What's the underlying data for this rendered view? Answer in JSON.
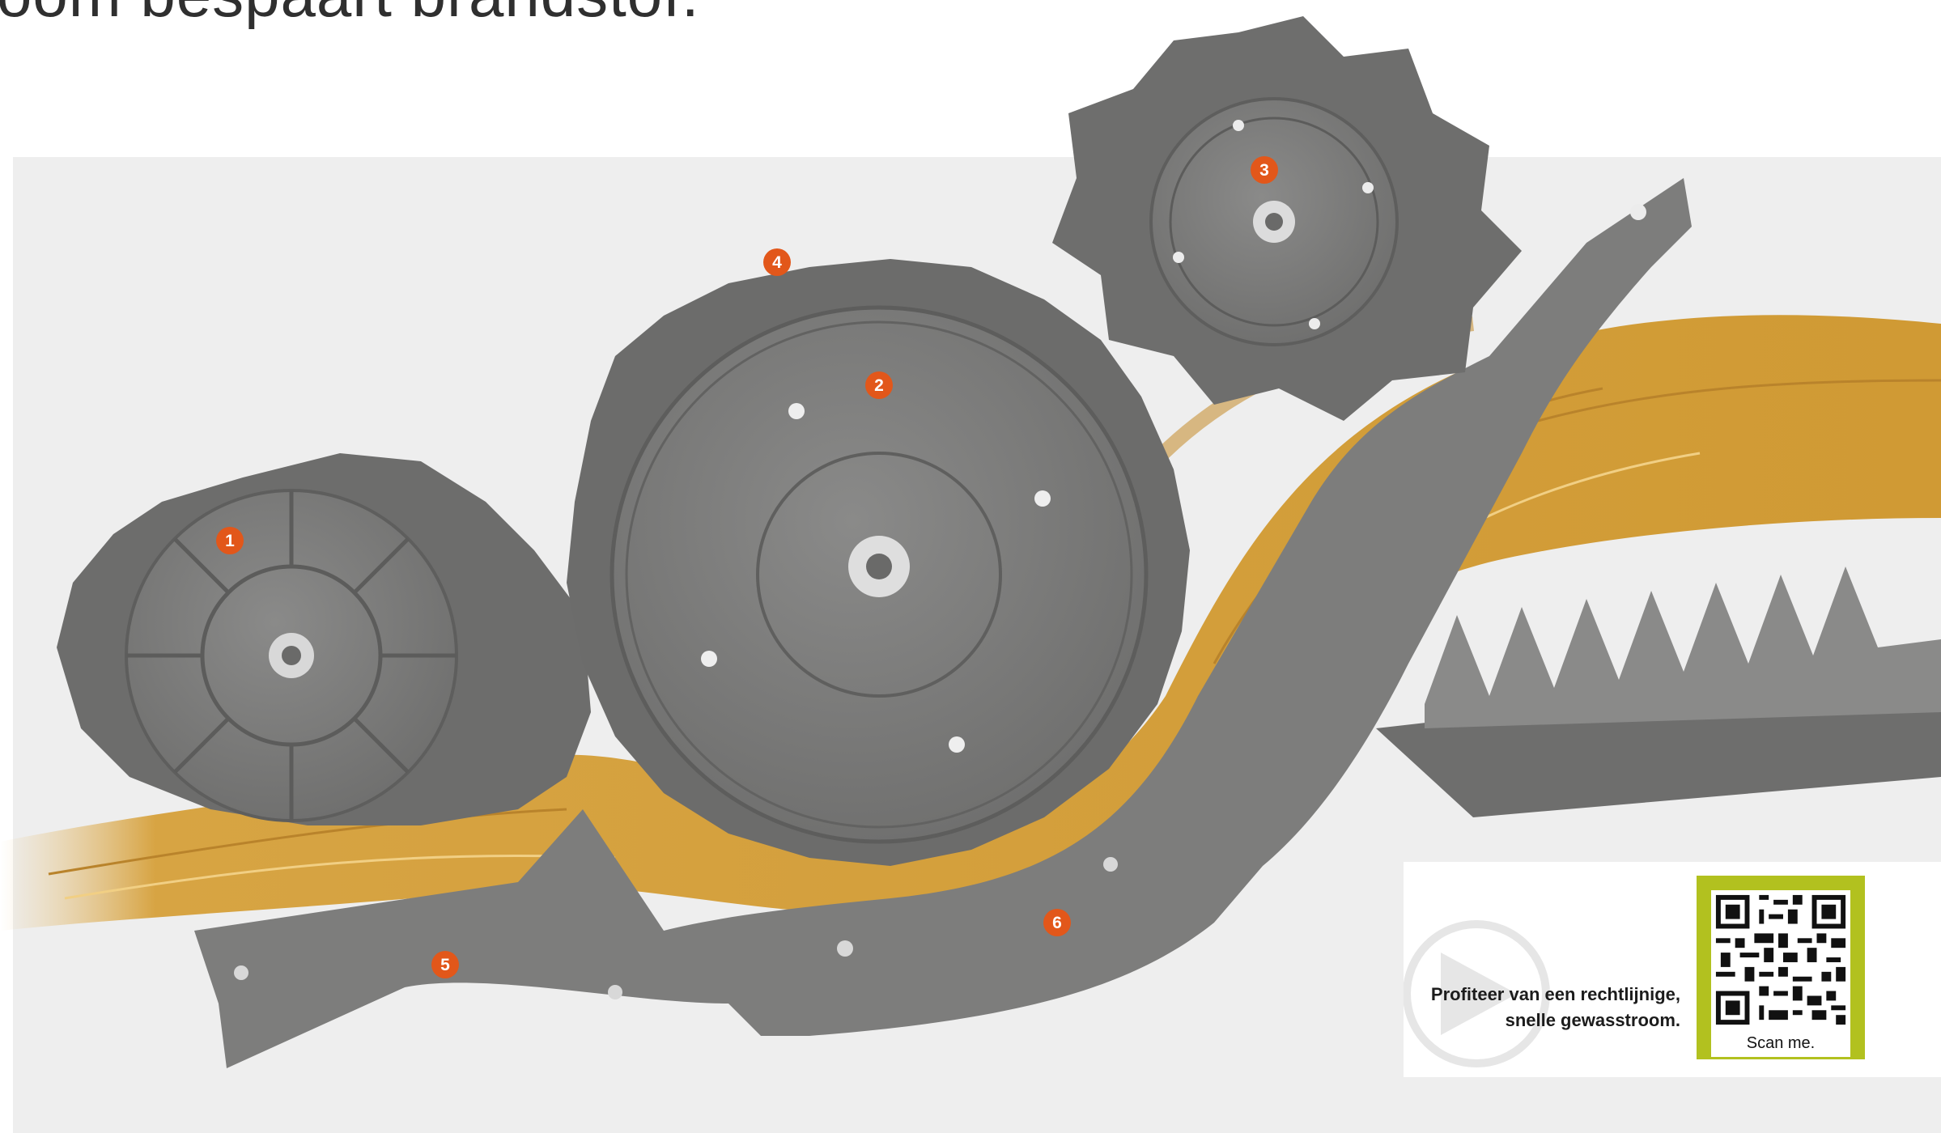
{
  "headline": "oom bespaart brandstof.",
  "markers": [
    "1",
    "2",
    "3",
    "4",
    "5",
    "6"
  ],
  "cta": {
    "text": "Profiteer van een rechtlijnige,\nsnelle gewasstroom.",
    "qr_caption": "Scan me."
  },
  "colors": {
    "accent_orange": "#e2571a",
    "qr_frame_green": "#b2c11f",
    "metal_gray": "#7e7e7d",
    "straw_gold": "#d8a23c",
    "panel_gray": "#eeeeee"
  },
  "icons": [
    "play-icon",
    "qr-code"
  ]
}
